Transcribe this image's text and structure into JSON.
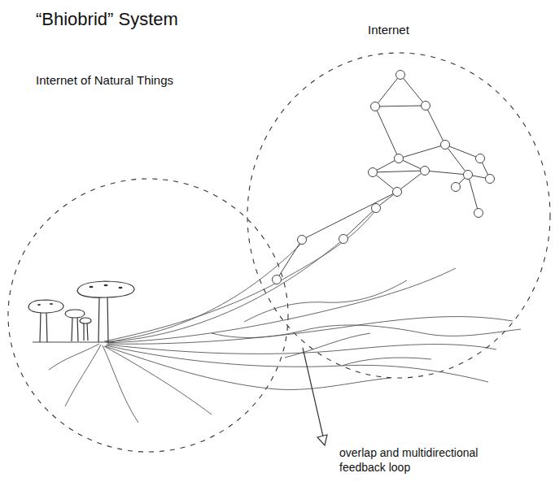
{
  "diagram": {
    "title": "“Bhiobrid” System",
    "labels": [
      "Internet of Natural Things",
      "Internet",
      "overlap and multidirectional feedback loop"
    ]
  }
}
